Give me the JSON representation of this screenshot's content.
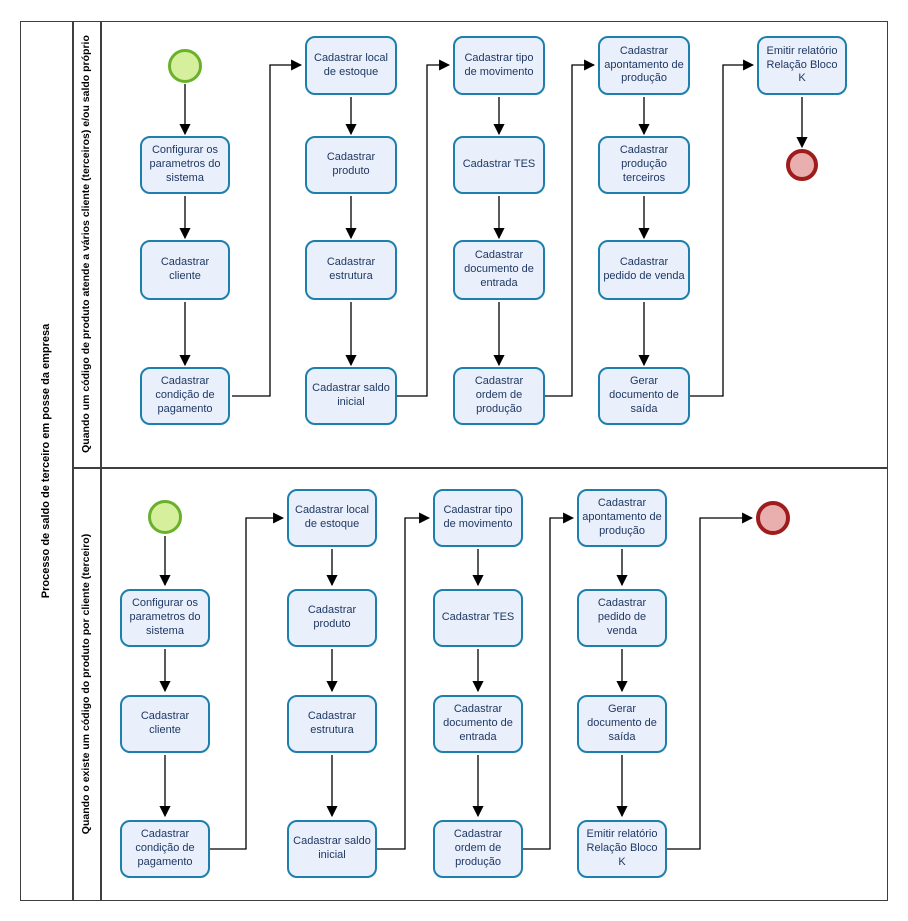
{
  "pool": {
    "title": "Processo de saldo de terceiro em posse da empresa"
  },
  "lanes": [
    {
      "label": "Quando um código de produto atende a vários cliente (terceiros) e/ou saldo próprio",
      "tasks": {
        "configurar_parametros": "Configurar os parametros do sistema",
        "cadastrar_cliente": "Cadastrar cliente",
        "cadastrar_condicao_pagamento": "Cadastrar condição de pagamento",
        "cadastrar_local_estoque": "Cadastrar local de estoque",
        "cadastrar_produto": "Cadastrar produto",
        "cadastrar_estrutura": "Cadastrar estrutura",
        "cadastrar_saldo_inicial": "Cadastrar saldo inicial",
        "cadastrar_tipo_movimento": "Cadastrar tipo de movimento",
        "cadastrar_tes": "Cadastrar TES",
        "cadastrar_documento_entrada": "Cadastrar documento de entrada",
        "cadastrar_ordem_producao": "Cadastrar ordem de produção",
        "cadastrar_apontamento_producao": "Cadastrar apontamento de produção",
        "cadastrar_producao_terceiros": "Cadastrar produção terceiros",
        "cadastrar_pedido_venda": "Cadastrar pedido de venda",
        "gerar_documento_saida": "Gerar documento de saída",
        "emitir_relatorio_bloco_k": "Emitir relatório Relação Bloco K"
      }
    },
    {
      "label": "Quando o existe um código do produto por cliente (terceiro)",
      "tasks": {
        "configurar_parametros": "Configurar os parametros do sistema",
        "cadastrar_cliente": "Cadastrar cliente",
        "cadastrar_condicao_pagamento": "Cadastrar condição de pagamento",
        "cadastrar_local_estoque": "Cadastrar local de estoque",
        "cadastrar_produto": "Cadastrar produto",
        "cadastrar_estrutura": "Cadastrar estrutura",
        "cadastrar_saldo_inicial": "Cadastrar saldo inicial",
        "cadastrar_tipo_movimento": "Cadastrar tipo de movimento",
        "cadastrar_tes": "Cadastrar TES",
        "cadastrar_documento_entrada": "Cadastrar documento de entrada",
        "cadastrar_ordem_producao": "Cadastrar ordem de produção",
        "cadastrar_apontamento_producao": "Cadastrar apontamento de produção",
        "cadastrar_pedido_venda": "Cadastrar pedido de venda",
        "gerar_documento_saida": "Gerar documento de saída",
        "emitir_relatorio_bloco_k": "Emitir relatório Relação Bloco K"
      }
    }
  ],
  "colors": {
    "task_fill": "#eaf0fb",
    "task_border": "#1d7fae",
    "task_text": "#1f3864",
    "start_fill": "#d6ef9c",
    "start_border": "#69b02b",
    "end_fill": "#e9aeae",
    "end_border": "#a01c1c",
    "connector": "#000000"
  }
}
